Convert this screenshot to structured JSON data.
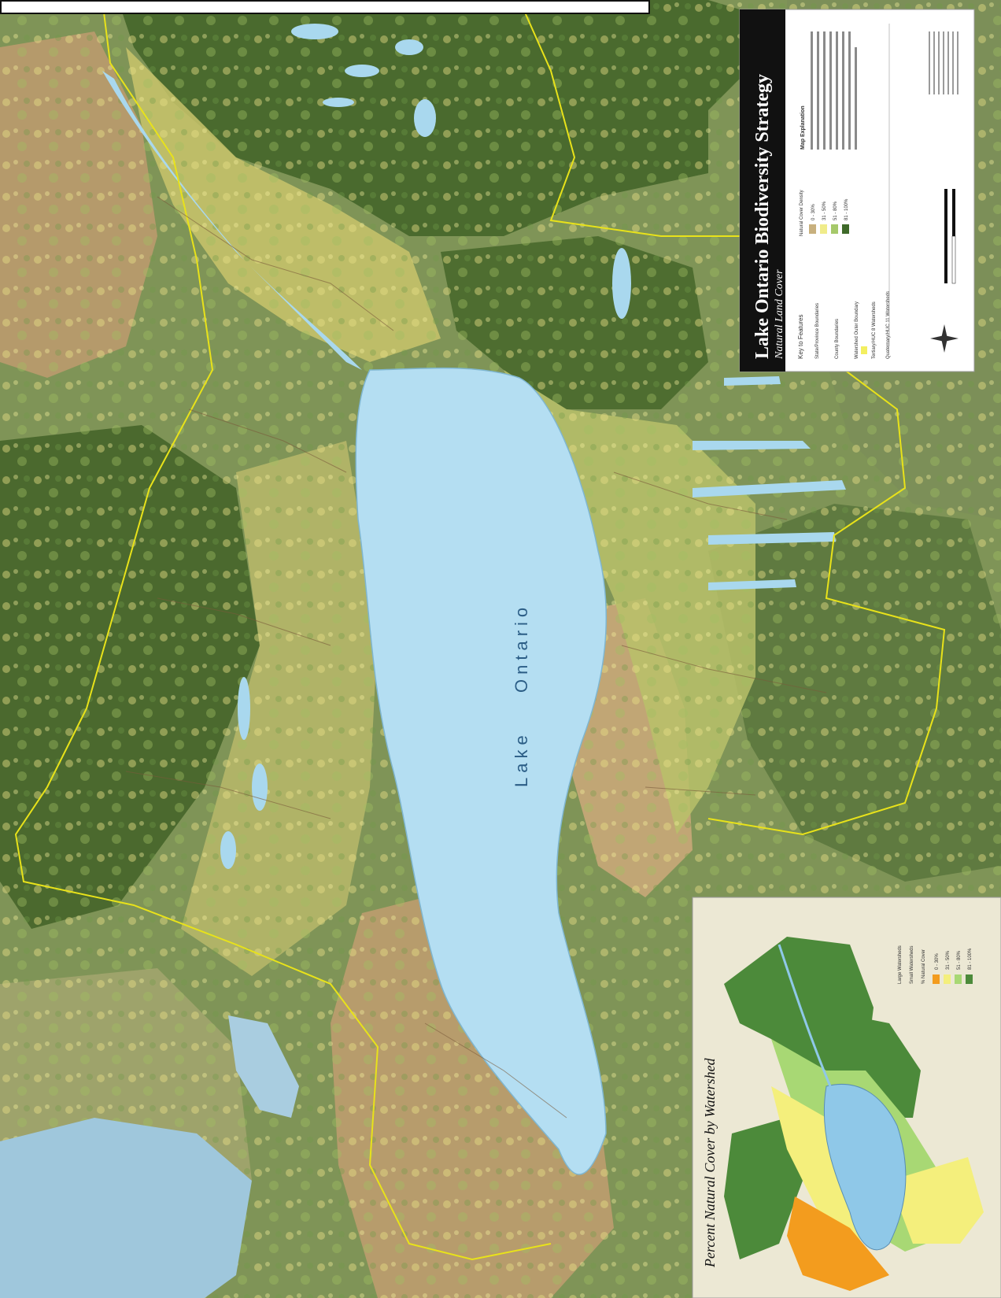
{
  "map": {
    "lake_label_1": "Lake",
    "lake_label_2": "Ontario"
  },
  "title_panel": {
    "title": "Lake Ontario Biodiversity Strategy",
    "subtitle": "Natural Land Cover",
    "key_title": "Key to Features",
    "key_items": [
      "State/Province Boundaries",
      "County Boundaries",
      "Watershed Outer Boundary",
      "Tertiary/HUC 8 Watersheds",
      "Quaternary/HUC 11 Watersheds"
    ],
    "density_title": "Natural Cover Density",
    "density_classes": [
      "0 - 30%",
      "31 - 50%",
      "51 - 80%",
      "81 - 100%"
    ],
    "density_colors": [
      "#c8b07e",
      "#f0ec8a",
      "#a6c96a",
      "#3f6a2a"
    ],
    "explanation_title": "Map Explanation"
  },
  "inset": {
    "title": "Percent Natural Cover by Watershed",
    "legend_items": [
      "Large Watersheds",
      "Small Watersheds",
      "% Natural Cover"
    ],
    "classes": [
      "0 - 30%",
      "31 - 50%",
      "51 - 80%",
      "81 - 100%"
    ],
    "class_colors": [
      "#f39c1e",
      "#f4ef7c",
      "#a8d874",
      "#4c8a3a"
    ]
  }
}
